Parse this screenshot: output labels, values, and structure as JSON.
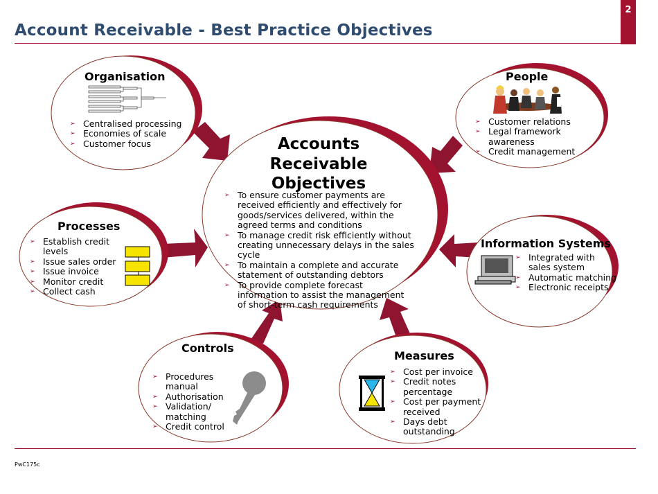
{
  "slide": {
    "title": "Account Receivable - Best Practice Objectives",
    "page_number": "2",
    "footer": "PwC175c"
  },
  "center": {
    "title": "Accounts Receivable Objectives",
    "items": [
      "To ensure customer payments are received efficiently and effectively for goods/services delivered, within the agreed terms and conditions",
      "To manage credit risk efficiently without creating unnecessary delays in the sales cycle",
      "To maintain a complete and accurate statement of outstanding debtors",
      "To provide complete forecast information to assist the management of short-term cash requirements"
    ]
  },
  "organisation": {
    "label": "Organisation",
    "items": [
      "Centralised processing",
      "Economies of scale",
      "Customer focus"
    ]
  },
  "people": {
    "label": "People",
    "items": [
      "Customer relations",
      "Legal framework awareness",
      "Credit management"
    ]
  },
  "processes": {
    "label": "Processes",
    "items": [
      "Establish credit levels",
      "Issue sales order",
      "Issue invoice",
      "Monitor credit",
      "Collect cash"
    ]
  },
  "information_systems": {
    "label": "Information Systems",
    "items": [
      "Integrated with sales system",
      "Automatic matching",
      "Electronic receipts"
    ]
  },
  "controls": {
    "label": "Controls",
    "items": [
      "Procedures manual",
      "Authorisation",
      "Validation/ matching",
      "Credit control"
    ]
  },
  "measures": {
    "label": "Measures",
    "items": [
      "Cost per invoice",
      "Credit notes percentage",
      "Cost per payment received",
      "Days debt outstanding"
    ]
  },
  "icons": [
    "org-chart-icon",
    "meeting-people-icon",
    "flowchart-icon",
    "computer-icon",
    "key-icon",
    "hourglass-icon"
  ],
  "colors": {
    "title": "#2f4c6e",
    "accent": "#a3132f",
    "shadow": "#9b0f2e",
    "outline": "#8a3a2a"
  }
}
